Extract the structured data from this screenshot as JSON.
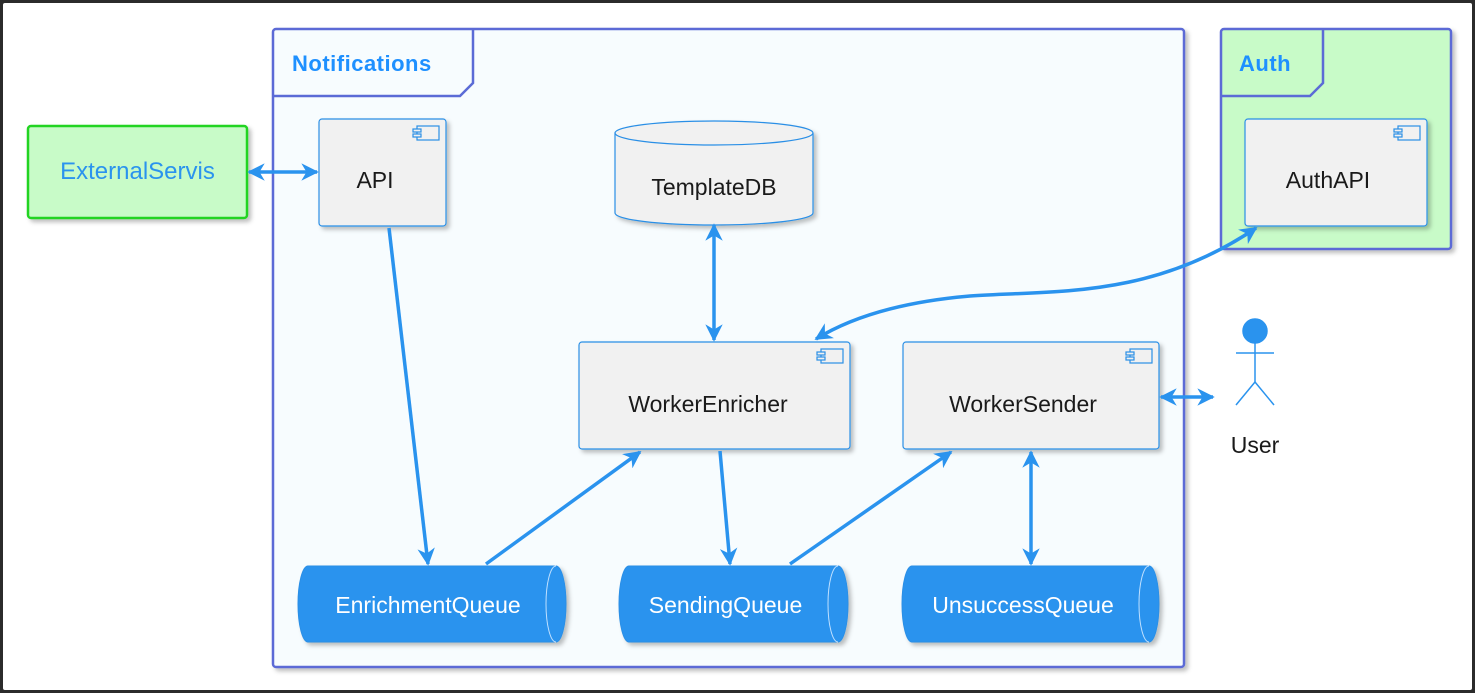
{
  "colors": {
    "frame": "#5b6bd6",
    "notifications_fill": "#f7fcfe",
    "auth_fill": "#c8fbc8",
    "component_fill": "#f1f1f1",
    "component_border": "#2a8fe6",
    "queue_fill": "#2a93ee",
    "arrow": "#2a93ee",
    "external_fill": "#c8fbc8",
    "external_border": "#22d422",
    "external_text": "#2a93ee"
  },
  "packages": {
    "notifications": "Notifications",
    "auth": "Auth"
  },
  "nodes": {
    "external": "ExternalServis",
    "api": "API",
    "template_db": "TemplateDB",
    "worker_enricher": "WorkerEnricher",
    "worker_sender": "WorkerSender",
    "auth_api": "AuthAPI",
    "user": "User",
    "enrichment_queue": "EnrichmentQueue",
    "sending_queue": "SendingQueue",
    "unsuccess_queue": "UnsuccessQueue"
  },
  "icons": {
    "component": "component-icon",
    "actor": "actor-icon"
  }
}
